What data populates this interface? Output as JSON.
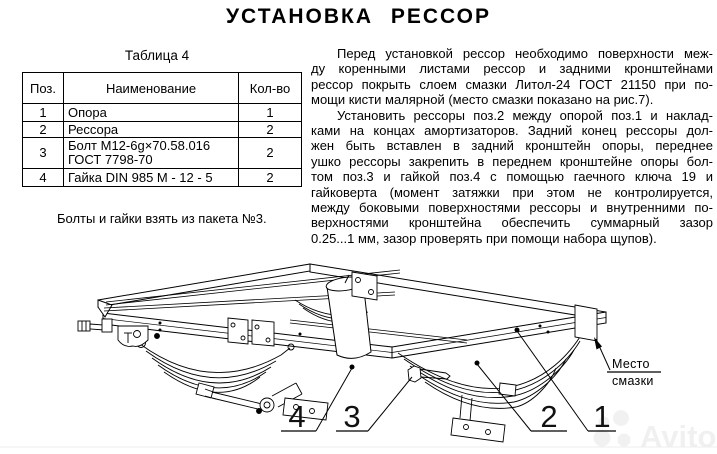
{
  "title": "УСТАНОВКА РЕССОР",
  "table": {
    "caption": "Таблица 4",
    "headers": {
      "pos": "Поз.",
      "name": "Наименование",
      "qty": "Кол-во"
    },
    "rows": [
      {
        "pos": "1",
        "name": "Опора",
        "name2": "",
        "qty": "1"
      },
      {
        "pos": "2",
        "name": "Рессора",
        "name2": "",
        "qty": "2"
      },
      {
        "pos": "3",
        "name": "Болт М12-6g×70.58.016",
        "name2": "ГОСТ 7798-70",
        "qty": "2"
      },
      {
        "pos": "4",
        "name": "Гайка DIN 985 М - 12 - 5",
        "name2": "",
        "qty": "2"
      }
    ],
    "note": "Болты и гайки взять из пакета №3."
  },
  "instructions": {
    "p1_lines": [
      "Перед установкой рессор необходимо поверхности меж-",
      "ду коренными листами рессор и задними кронштейнами",
      "рессор покрыть слоем смазки Литол-24 ГОСТ 21150 при по-",
      "мощи кисти малярной (место смазки показано на рис.7)."
    ],
    "p2_lines": [
      "Установить рессоры поз.2 между опорой поз.1 и наклад-",
      "ками на концах амортизаторов. Задний конец рессоры дол-",
      "жен быть вставлен в задний кронштейн опоры, переднее",
      "ушко рессоры закрепить в переднем кронштейне опоры бол-",
      "том поз.3 и гайкой поз.4 с помощью гаечного ключа 19 и",
      "гайковерта (момент затяжки при этом не контролируется,",
      "между боковыми поверхностями рессоры и внутренними по-",
      "верхностями кронштейна обеспечить суммарный зазор",
      "0.25...1 мм, зазор проверять при помощи набора щупов)."
    ]
  },
  "figure": {
    "callouts": [
      "4",
      "3",
      "2",
      "1"
    ],
    "grease_label_line1": "Место",
    "grease_label_line2": "смазки"
  },
  "watermark": {
    "text": "Avito"
  },
  "colors": {
    "paper": "#ffffff",
    "ink": "#000000",
    "watermark": "rgba(0,0,0,0.06)"
  }
}
